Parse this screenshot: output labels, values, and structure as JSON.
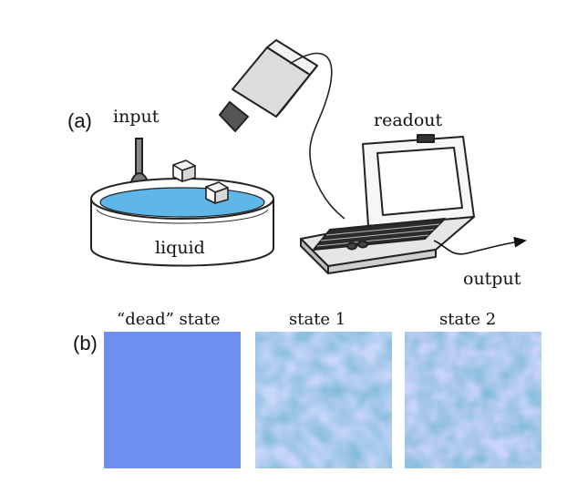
{
  "panel_a": {
    "label": "(a)",
    "input_label": "input",
    "liquid_label": "liquid",
    "readout_label": "readout",
    "output_label": "output"
  },
  "panel_b": {
    "label": "(b)",
    "states": [
      {
        "caption": "“dead” state",
        "kind": "uniform"
      },
      {
        "caption": "state 1",
        "kind": "pattern"
      },
      {
        "caption": "state 2",
        "kind": "pattern"
      }
    ]
  },
  "colors": {
    "liquid": "#5fb6e8",
    "dead_state": "#6e8ff0",
    "pattern_base": "#7fb9d8",
    "pattern_light": "#9ee0c8",
    "pattern_dark": "#6a6ff0"
  }
}
